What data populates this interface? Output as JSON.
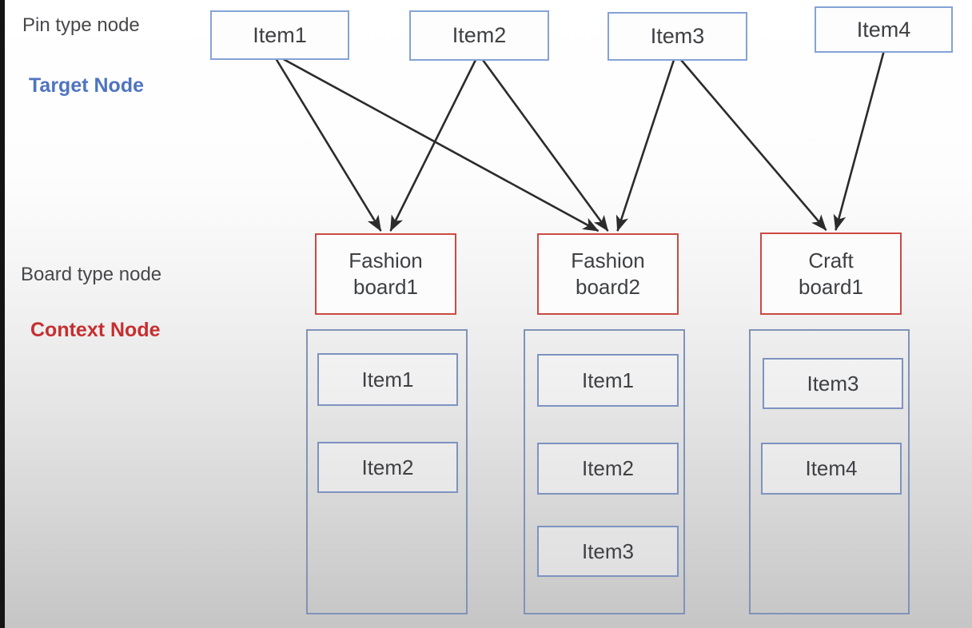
{
  "diagram": {
    "side_labels": {
      "pin_type": "Pin type node",
      "target_node": "Target Node",
      "board_type": "Board type node",
      "context_node": "Context Node"
    },
    "pin_nodes": [
      {
        "id": "item1",
        "label": "Item1"
      },
      {
        "id": "item2",
        "label": "Item2"
      },
      {
        "id": "item3",
        "label": "Item3"
      },
      {
        "id": "item4",
        "label": "Item4"
      }
    ],
    "board_nodes": [
      {
        "id": "fashion-board1",
        "label": "Fashion\nboard1"
      },
      {
        "id": "fashion-board2",
        "label": "Fashion\nboard2"
      },
      {
        "id": "craft-board1",
        "label": "Craft\nboard1"
      }
    ],
    "context_containers": [
      {
        "board_id": "fashion-board1",
        "items": [
          "Item1",
          "Item2"
        ]
      },
      {
        "board_id": "fashion-board2",
        "items": [
          "Item1",
          "Item2",
          "Item3"
        ]
      },
      {
        "board_id": "craft-board1",
        "items": [
          "Item3",
          "Item4"
        ]
      }
    ],
    "edges": [
      {
        "from": "item1",
        "to": "fashion-board1"
      },
      {
        "from": "item1",
        "to": "fashion-board2"
      },
      {
        "from": "item2",
        "to": "fashion-board1"
      },
      {
        "from": "item2",
        "to": "fashion-board2"
      },
      {
        "from": "item3",
        "to": "fashion-board2"
      },
      {
        "from": "item3",
        "to": "craft-board1"
      },
      {
        "from": "item4",
        "to": "craft-board1"
      }
    ],
    "colors": {
      "target_node_accent": "#4f74c0",
      "context_node_accent": "#c62f2f",
      "pin_box_border": "#84a3d6",
      "board_box_border": "#cc4944",
      "container_border": "#8093b8",
      "arrow": "#2b2b2b"
    }
  }
}
